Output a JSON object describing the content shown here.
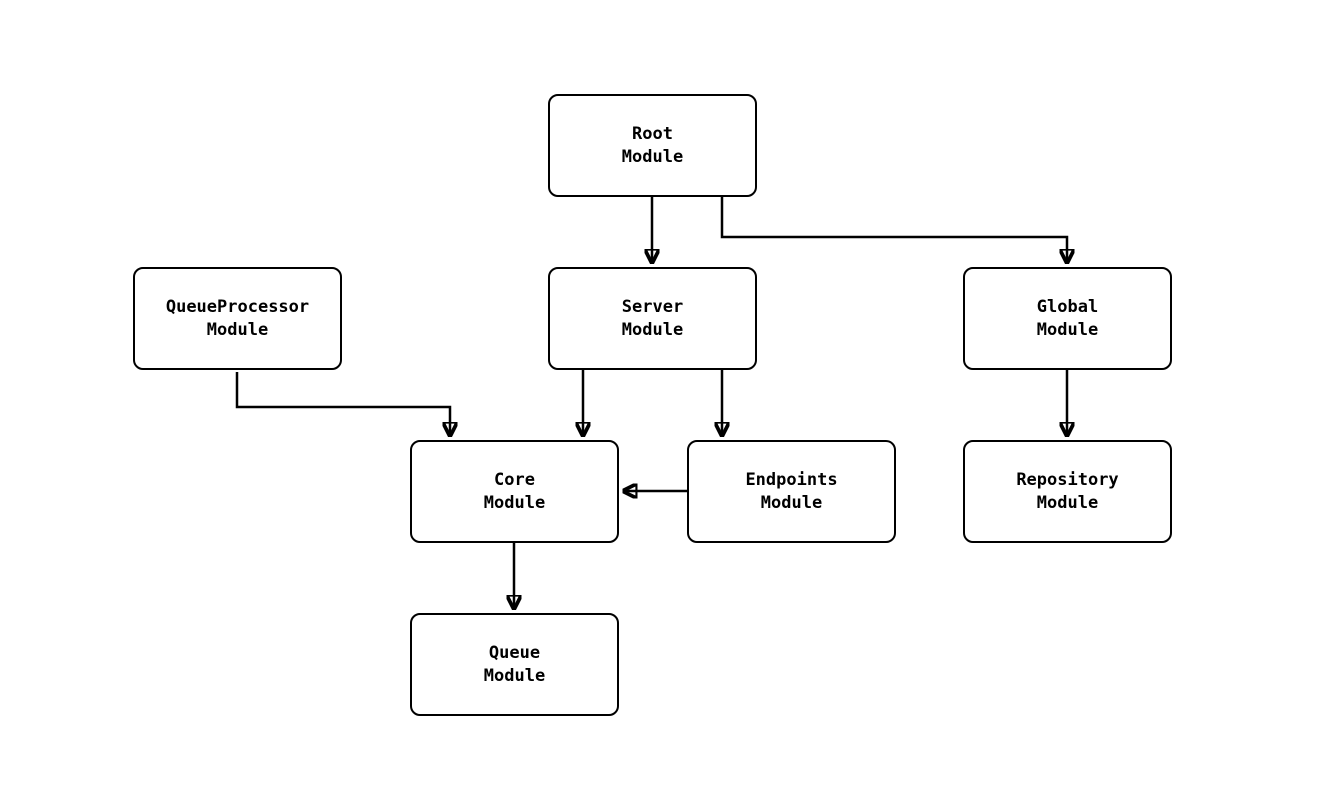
{
  "diagram": {
    "background_color": "#ffffff",
    "line_color": "#000000",
    "node_fill_color": "#ffffff",
    "nodes": [
      {
        "id": "root",
        "label": "Root\nModule"
      },
      {
        "id": "queueprocessor",
        "label": "QueueProcessor\nModule"
      },
      {
        "id": "server",
        "label": "Server\nModule"
      },
      {
        "id": "global",
        "label": "Global\nModule"
      },
      {
        "id": "core",
        "label": "Core\nModule"
      },
      {
        "id": "endpoints",
        "label": "Endpoints\nModule"
      },
      {
        "id": "repository",
        "label": "Repository\nModule"
      },
      {
        "id": "queue",
        "label": "Queue\nModule"
      }
    ],
    "edges": [
      {
        "from": "root",
        "to": "server"
      },
      {
        "from": "root",
        "to": "global"
      },
      {
        "from": "queueprocessor",
        "to": "core"
      },
      {
        "from": "server",
        "to": "core"
      },
      {
        "from": "server",
        "to": "endpoints"
      },
      {
        "from": "endpoints",
        "to": "core"
      },
      {
        "from": "global",
        "to": "repository"
      },
      {
        "from": "core",
        "to": "queue"
      }
    ]
  }
}
